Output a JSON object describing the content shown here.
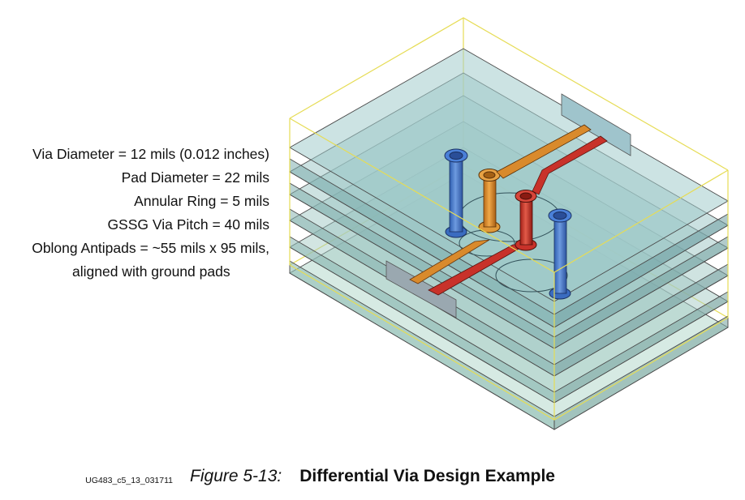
{
  "specs": [
    "Via Diameter = 12 mils (0.012 inches)",
    "Pad Diameter = 22 mils",
    "Annular Ring = 5 mils",
    "GSSG Via Pitch = 40 mils",
    "Oblong Antipads = ~55 mils x 95 mils,",
    "aligned with ground pads"
  ],
  "figure_id": "UG483_c5_13_031711",
  "caption": {
    "number": "Figure 5-13:",
    "title": "Differential Via Design Example"
  },
  "colors": {
    "ground_via": "#3f74c8",
    "signal_p": "#d98a2c",
    "signal_n": "#c8322a",
    "layer": "#a8d0c8",
    "bounding_box": "#e8e060",
    "port": "#9fc4cc"
  }
}
